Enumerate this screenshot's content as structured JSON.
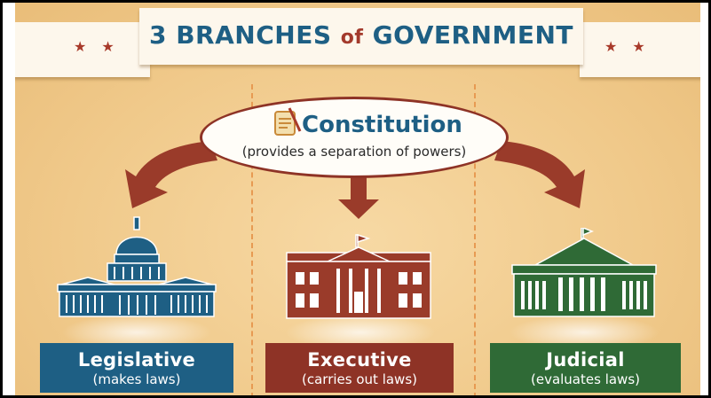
{
  "title": {
    "part1": "3 BRANCHES ",
    "of": "of",
    "part2": " GOVERNMENT"
  },
  "decor": {
    "stars": "★ ★"
  },
  "constitution": {
    "title": "Constitution",
    "subtitle": "(provides a separation of powers)"
  },
  "branches": [
    {
      "name": "Legislative",
      "description": "(makes laws)",
      "color": "#1e5f84"
    },
    {
      "name": "Executive",
      "description": "(carries out laws)",
      "color": "#8e3326"
    },
    {
      "name": "Judicial",
      "description": "(evaluates laws)",
      "color": "#2f6a36"
    }
  ],
  "colors": {
    "background": "#f0c98a",
    "arrow": "#9a3b2a",
    "divider": "#e79a52"
  }
}
